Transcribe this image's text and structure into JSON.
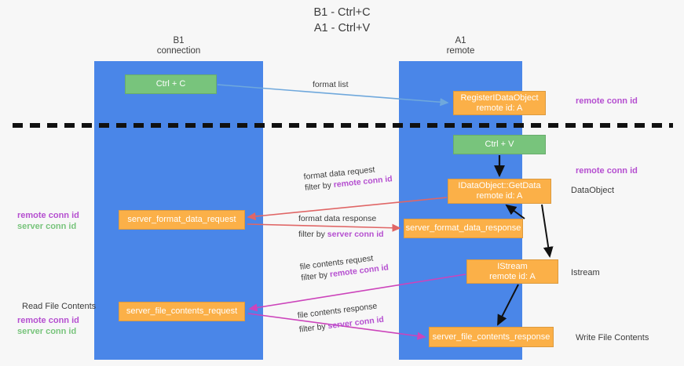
{
  "title": {
    "line1": "B1 - Ctrl+C",
    "line2": "A1 - Ctrl+V"
  },
  "lanes": [
    {
      "name": "B1",
      "subtitle": "connection"
    },
    {
      "name": "A1",
      "subtitle": "remote"
    }
  ],
  "boxes": {
    "ctrl_c": "Ctrl + C",
    "register_dataobject_l1": "RegisterIDataObject",
    "register_dataobject_l2": "remote id: A",
    "ctrl_v": "Ctrl + V",
    "getdata_l1": "IDataObject::GetData",
    "getdata_l2": "remote id: A",
    "server_format_data_request": "server_format_data_request",
    "server_format_data_response": "server_format_data_response",
    "istream_l1": "IStream",
    "istream_l2": "remote id: A",
    "server_file_contents_request": "server_file_contents_request",
    "server_file_contents_response": "server_file_contents_response"
  },
  "captions": {
    "format_list": "format list",
    "format_data_request": "format data request",
    "format_data_request_filter_prefix": "filter by ",
    "format_data_request_filter_key": "remote conn id",
    "format_data_response": "format data response",
    "format_data_response_filter_prefix": "filter by ",
    "format_data_response_filter_key": "server conn id",
    "file_contents_request": "file contents request",
    "file_contents_request_filter_prefix": "filter by ",
    "file_contents_request_filter_key": "remote conn id",
    "file_contents_response": "file contents response",
    "file_contents_response_filter_prefix": "filter by ",
    "file_contents_response_filter_key": "server conn id"
  },
  "side_labels": {
    "right_remote_conn_id_top": "remote conn id",
    "right_remote_conn_id_mid": "remote conn id",
    "right_dataobject": "DataObject",
    "right_istream": "Istream",
    "right_write_file_contents": "Write File Contents",
    "left_remote_conn_id": "remote conn id",
    "left_server_conn_id": "server conn id",
    "left_read_file_contents": "Read File Contents",
    "left_remote_conn_id_2": "remote conn id",
    "left_server_conn_id_2": "server conn id"
  },
  "colors": {
    "lane": "#4a86e8",
    "green_box": "#78c47c",
    "orange_box": "#fbb048",
    "purple_key": "#b54fd0",
    "green_key": "#78c47c",
    "arrow_blue": "#6fa8dc",
    "arrow_red": "#e06666",
    "arrow_magenta": "#cc44bb",
    "arrow_black": "#000000",
    "divider": "#000000",
    "background": "#f7f7f7"
  }
}
